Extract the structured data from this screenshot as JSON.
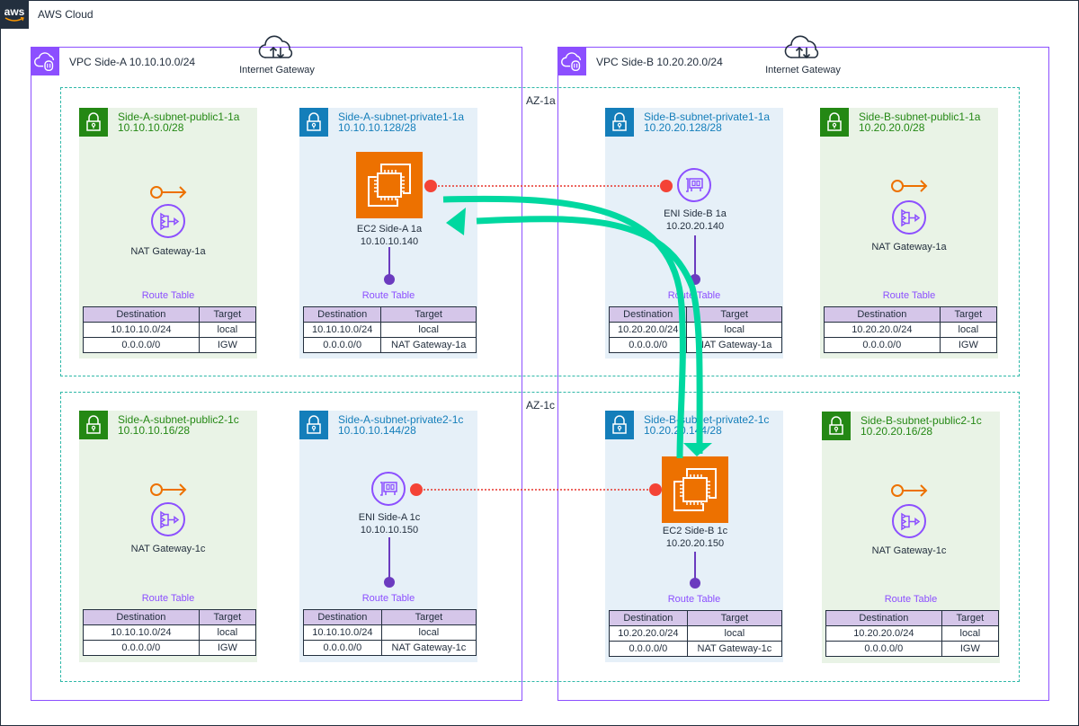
{
  "cloud": {
    "label": "AWS Cloud",
    "logo_text": "aws"
  },
  "colors": {
    "vpc": "#8c4fff",
    "public_subnet": "#248814",
    "private_subnet": "#147eba",
    "ec2": "#ed7100",
    "arrow": "#00d8a0",
    "peer_line": "#e7342b",
    "route_table": "#8c4fff"
  },
  "vpcs": [
    {
      "label": "VPC Side-A 10.10.10.0/24",
      "igw_label": "Internet Gateway"
    },
    {
      "label": "VPC Side-B 10.20.20.0/24",
      "igw_label": "Internet Gateway"
    }
  ],
  "azs": [
    {
      "label": "AZ-1a"
    },
    {
      "label": "AZ-1c"
    }
  ],
  "table_headers": {
    "destination": "Destination",
    "target": "Target"
  },
  "route_table_label": "Route Table",
  "subnets": {
    "a_pub_1a": {
      "name": "Side-A-subnet-public1-1a",
      "cidr": "10.10.10.0/28",
      "node_name": "NAT Gateway-1a",
      "node_ip": "",
      "routes": [
        {
          "dest": "10.10.10.0/24",
          "target": "local"
        },
        {
          "dest": "0.0.0.0/0",
          "target": "IGW"
        }
      ]
    },
    "a_priv_1a": {
      "name": "Side-A-subnet-private1-1a",
      "cidr": "10.10.10.128/28",
      "node_name": "EC2 Side-A 1a",
      "node_ip": "10.10.10.140",
      "routes": [
        {
          "dest": "10.10.10.0/24",
          "target": "local"
        },
        {
          "dest": "0.0.0.0/0",
          "target": "NAT Gateway-1a"
        }
      ]
    },
    "b_priv_1a": {
      "name": "Side-B-subnet-private1-1a",
      "cidr": "10.20.20.128/28",
      "node_name": "ENI Side-B 1a",
      "node_ip": "10.20.20.140",
      "routes": [
        {
          "dest": "10.20.20.0/24",
          "target": "local"
        },
        {
          "dest": "0.0.0.0/0",
          "target": "NAT Gateway-1a"
        }
      ]
    },
    "b_pub_1a": {
      "name": "Side-B-subnet-public1-1a",
      "cidr": "10.20.20.0/28",
      "node_name": "NAT Gateway-1a",
      "node_ip": "",
      "routes": [
        {
          "dest": "10.20.20.0/24",
          "target": "local"
        },
        {
          "dest": "0.0.0.0/0",
          "target": "IGW"
        }
      ]
    },
    "a_pub_1c": {
      "name": "Side-A-subnet-public2-1c",
      "cidr": "10.10.10.16/28",
      "node_name": "NAT Gateway-1c",
      "node_ip": "",
      "routes": [
        {
          "dest": "10.10.10.0/24",
          "target": "local"
        },
        {
          "dest": "0.0.0.0/0",
          "target": "IGW"
        }
      ]
    },
    "a_priv_1c": {
      "name": "Side-A-subnet-private2-1c",
      "cidr": "10.10.10.144/28",
      "node_name": "ENI Side-A 1c",
      "node_ip": "10.10.10.150",
      "routes": [
        {
          "dest": "10.10.10.0/24",
          "target": "local"
        },
        {
          "dest": "0.0.0.0/0",
          "target": "NAT Gateway-1c"
        }
      ]
    },
    "b_priv_1c": {
      "name": "Side-B-subnet-private2-1c",
      "cidr": "10.20.20.144/28",
      "node_name": "EC2 Side-B 1c",
      "node_ip": "10.20.20.150",
      "routes": [
        {
          "dest": "10.20.20.0/24",
          "target": "local"
        },
        {
          "dest": "0.0.0.0/0",
          "target": "NAT Gateway-1c"
        }
      ]
    },
    "b_pub_1c": {
      "name": "Side-B-subnet-public2-1c",
      "cidr": "10.20.20.16/28",
      "node_name": "NAT Gateway-1c",
      "node_ip": "",
      "routes": [
        {
          "dest": "10.20.20.0/24",
          "target": "local"
        },
        {
          "dest": "0.0.0.0/0",
          "target": "IGW"
        }
      ]
    }
  }
}
